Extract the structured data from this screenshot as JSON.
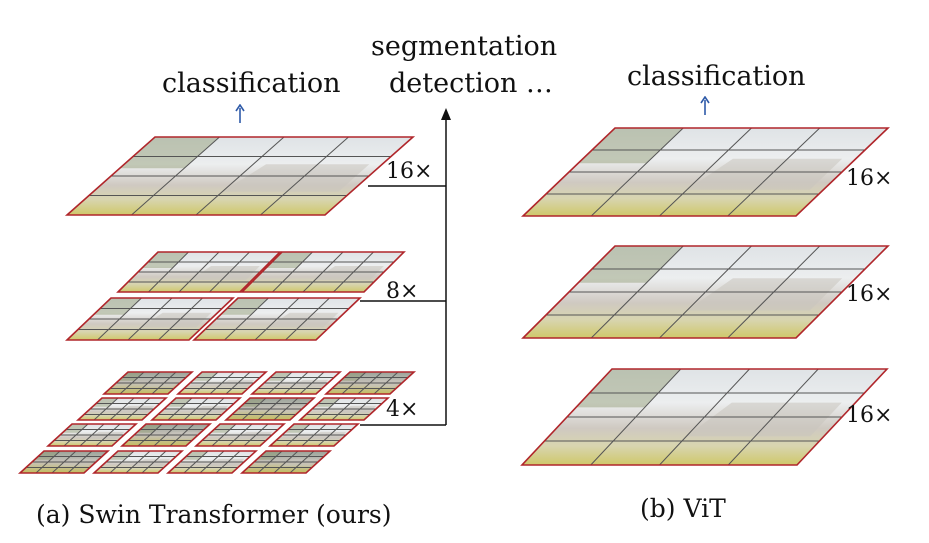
{
  "swin": {
    "output_label": "classification",
    "dense_tasks_line1": "segmentation",
    "dense_tasks_line2": "detection …",
    "level_top_label": "16×",
    "level_mid_label": "8×",
    "level_bottom_label": "4×",
    "caption": "(a) Swin Transformer (ours)"
  },
  "vit": {
    "output_label": "classification",
    "level_labels": [
      "16×",
      "16×",
      "16×"
    ],
    "caption": "(b) ViT"
  },
  "colors": {
    "window_border": "#b0262b",
    "patch_grid": "#555555",
    "arrow_blue": "#2e5aa8",
    "arrow_black": "#111111",
    "sky": "#e8ecef",
    "building": "#c9c4bd",
    "grass": "#c9c46a",
    "tree": "#8e9a72"
  }
}
